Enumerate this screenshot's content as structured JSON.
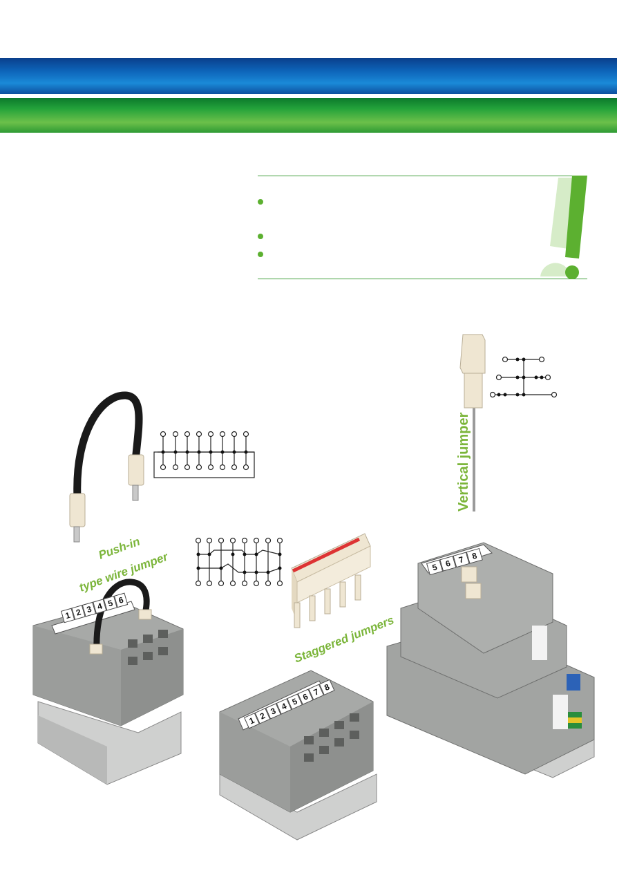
{
  "labels": {
    "push_in_line1": "Push-in",
    "push_in_line2": "type wire jumper",
    "staggered": "Staggered jumpers",
    "vertical": "Vertical jumper"
  },
  "marker_strips": {
    "left": [
      "1",
      "2",
      "3",
      "4",
      "5",
      "6"
    ],
    "middle": [
      "1",
      "2",
      "3",
      "4",
      "5",
      "6",
      "7",
      "8"
    ],
    "right": [
      "5",
      "6",
      "7",
      "8"
    ]
  },
  "info_bullets": 3,
  "colors": {
    "band_blue": "#0d63b8",
    "band_green": "#23a23a",
    "accent_green": "#5cb030",
    "terminal_gray": "#a7a9a7",
    "jumper_beige": "#efe6d2",
    "label_green": "#7bb53a"
  }
}
